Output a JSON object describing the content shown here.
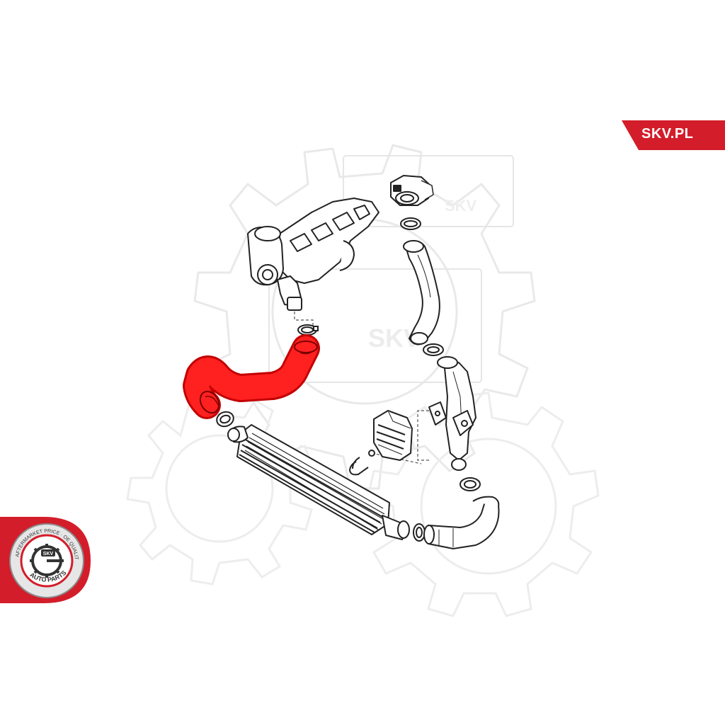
{
  "brand": {
    "site_label": "SKV.PL",
    "accent_color": "#d31d2a"
  },
  "watermark": {
    "text": "SKV",
    "icon": "gear-icon"
  },
  "seal": {
    "center_text": "SKV",
    "ring_text_top": "AFTERMARKET PRICE · OE QUALITY",
    "ring_text_bottom": "AUTO PARTS",
    "icon": "gear-icon"
  },
  "parts": {
    "highlighted": "turbo-to-intercooler-hose",
    "highlight_color": "#ff1a1a"
  }
}
